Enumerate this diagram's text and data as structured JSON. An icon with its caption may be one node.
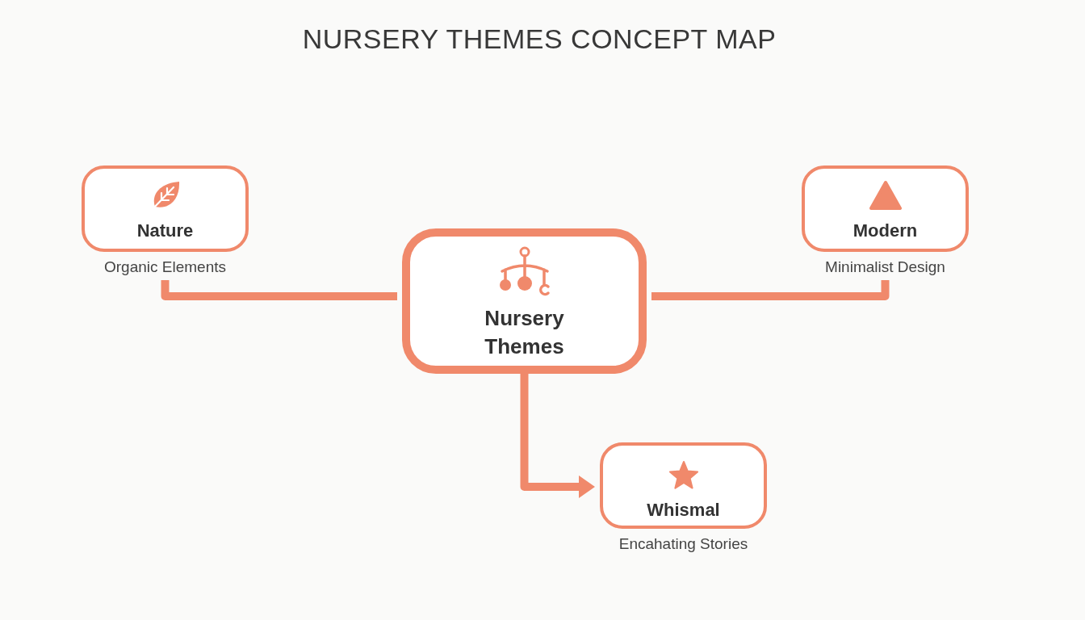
{
  "diagram": {
    "title": "NURSERY THEMES CONCEPT MAP",
    "nodes": [
      {
        "text": [
          "Nature"
        ],
        "beside": [
          "Organic Elements"
        ]
      },
      {
        "text": [
          "Modern"
        ],
        "beside": [
          "Minimalist Design"
        ]
      },
      {
        "text": [
          "Nursery Themes"
        ]
      },
      {
        "text": [
          "Whismal"
        ],
        "beside": [
          "Encahating Stories"
        ]
      }
    ],
    "edges": [
      {
        "from": 0,
        "to": 2,
        "arrow": "none"
      },
      {
        "from": 1,
        "to": 2,
        "arrow": "none"
      },
      {
        "from": 2,
        "to": 3,
        "arrow": "to"
      }
    ]
  }
}
